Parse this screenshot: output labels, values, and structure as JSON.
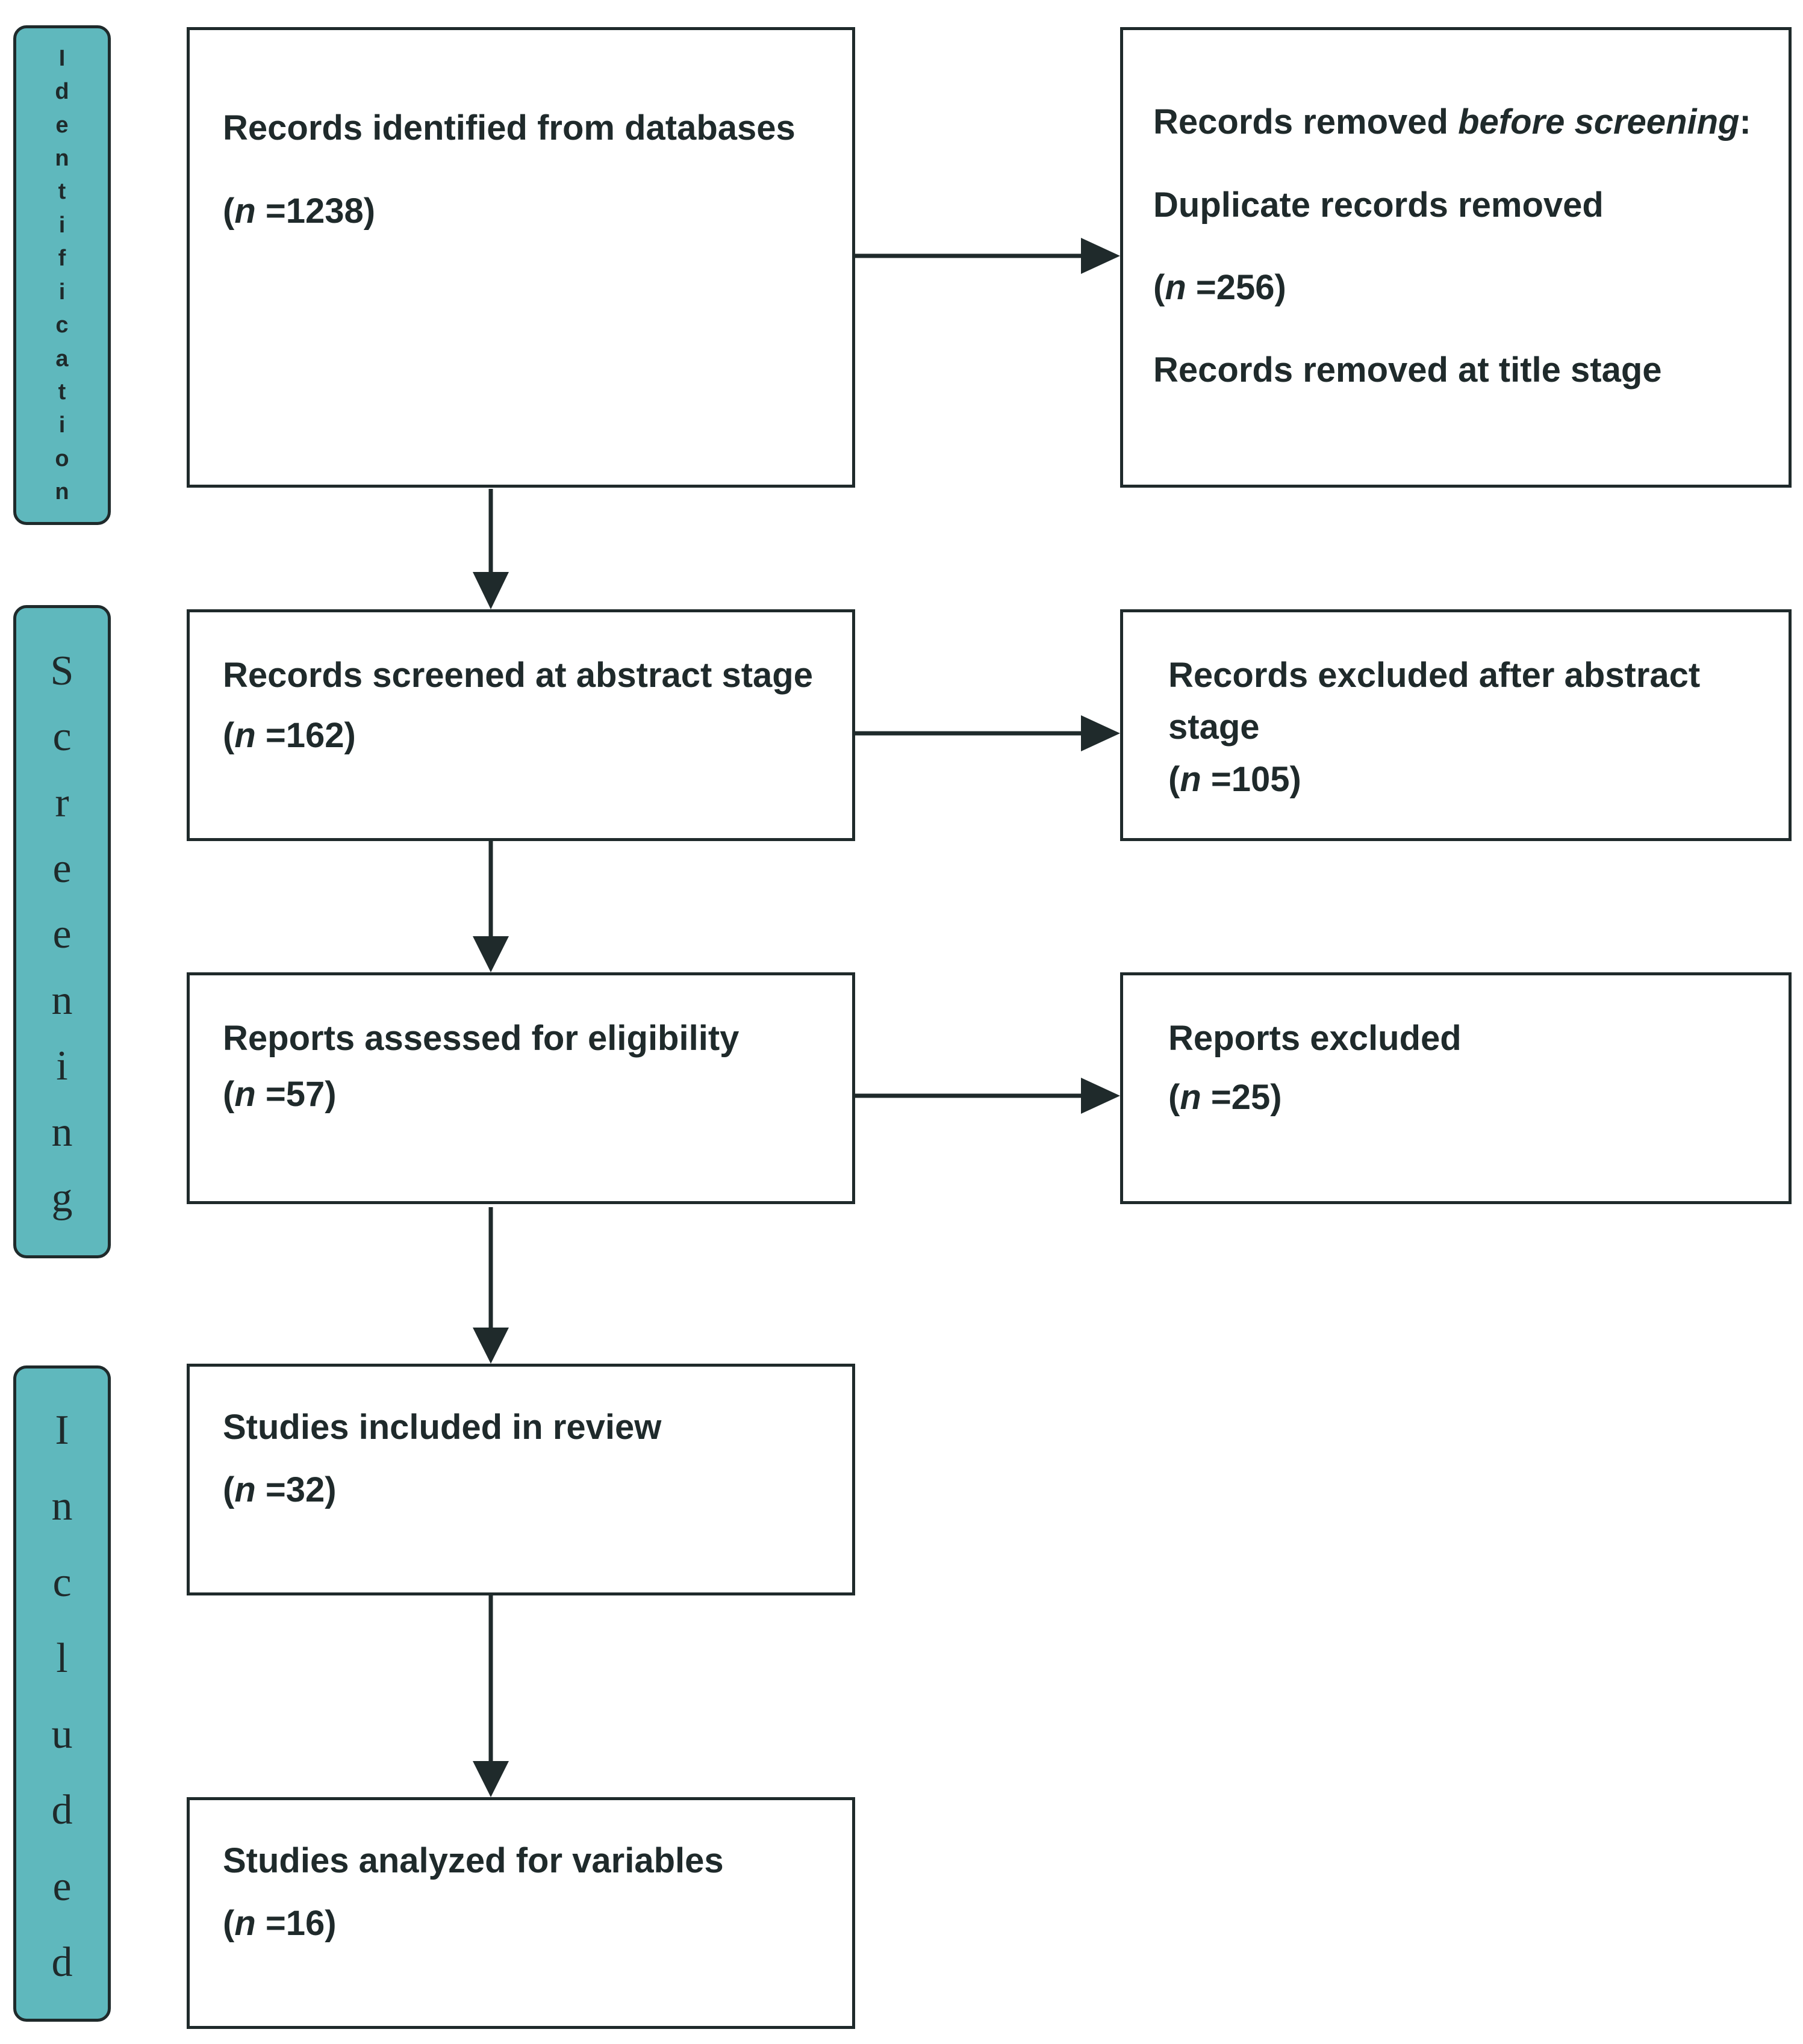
{
  "phases": {
    "identification": "Identification",
    "screening": "Screening",
    "included": "Included"
  },
  "boxes": {
    "identified": {
      "title": "Records identified from databases",
      "n": "1238"
    },
    "removed_before": {
      "title_start": "Records removed ",
      "title_italic": "before screening",
      "title_end": ":",
      "duplicates": "Duplicate records removed",
      "duplicates_n": "256",
      "title_stage": "Records removed at title stage"
    },
    "screened": {
      "title": "Records screened at abstract stage",
      "n": "162"
    },
    "excluded_abstract": {
      "title_line1": "Records excluded after abstract",
      "title_line2": "stage",
      "n": "105"
    },
    "assessed": {
      "title": "Reports assessed for eligibility",
      "n": "57"
    },
    "reports_excluded": {
      "title": "Reports excluded",
      "n": "25"
    },
    "included": {
      "title": "Studies included in review",
      "n": "32"
    },
    "analyzed": {
      "title": "Studies analyzed for variables",
      "n": "16"
    }
  },
  "n_label": "n",
  "n_prefix": "(",
  "n_equals": " =",
  "n_suffix": ")",
  "colors": {
    "phase_fill": "#5fb8bd",
    "stroke": "#1f2a2b",
    "background": "#ffffff"
  }
}
